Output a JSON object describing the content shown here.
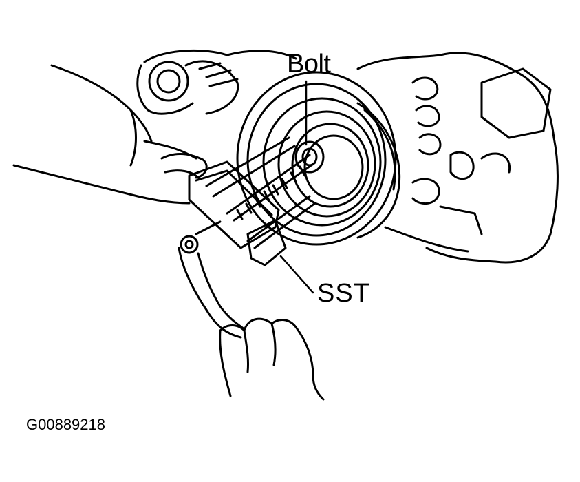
{
  "labels": {
    "bolt": "Bolt",
    "sst": "SST"
  },
  "figure_id": "G00889218",
  "colors": {
    "line": "#000000",
    "background": "#ffffff"
  }
}
